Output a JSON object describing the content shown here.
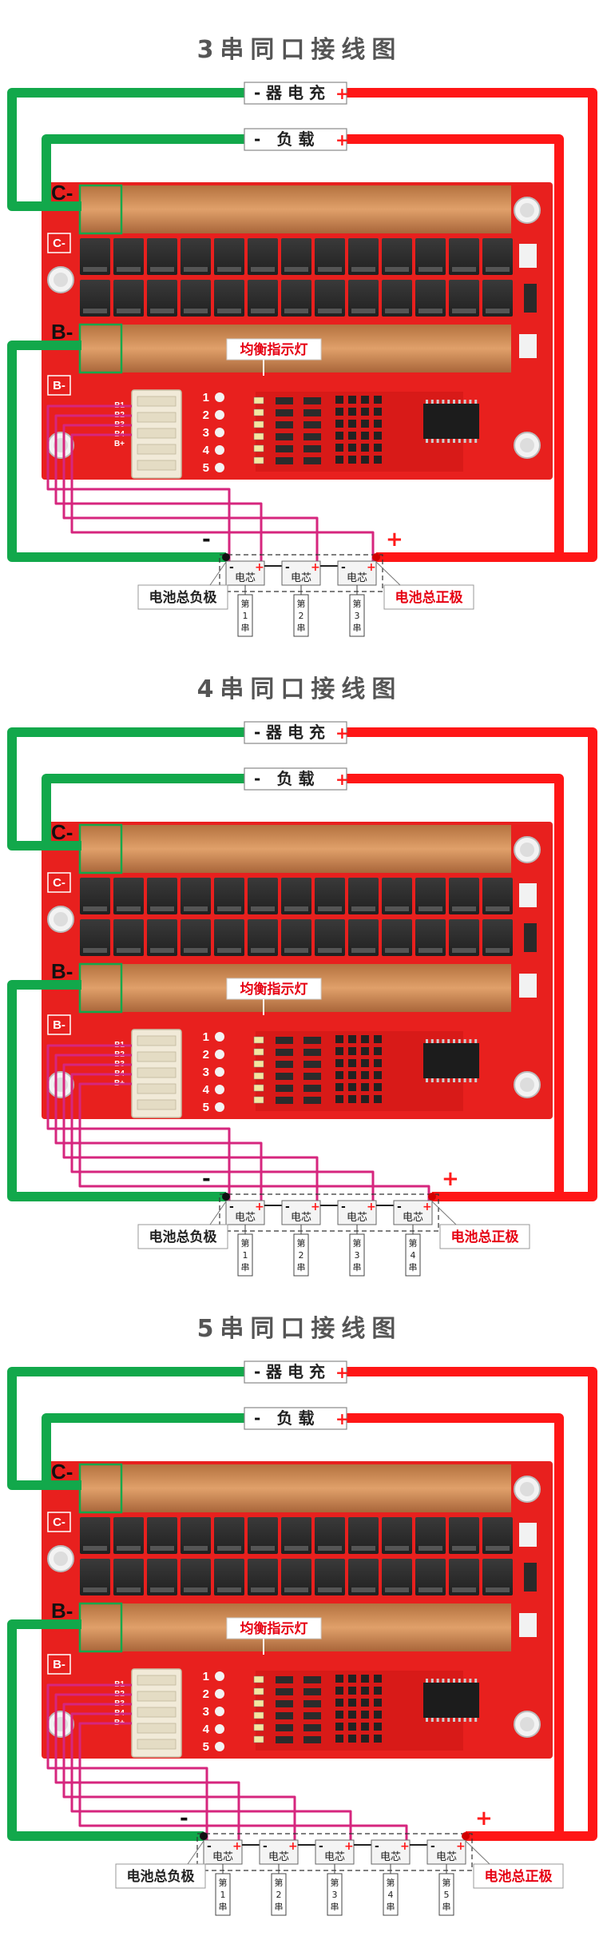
{
  "sections": [
    {
      "title": "3串同口接线图",
      "cells": 3,
      "cell_label": "电芯",
      "cell_tags": [
        "第1串",
        "第2串",
        "第3串"
      ]
    },
    {
      "title": "4串同口接线图",
      "cells": 4,
      "cell_label": "电芯",
      "cell_tags": [
        "第1串",
        "第2串",
        "第3串",
        "第4串"
      ]
    },
    {
      "title": "5串同口接线图",
      "cells": 5,
      "cell_label": "电芯",
      "cell_tags": [
        "第1串",
        "第2串",
        "第3串",
        "第4串",
        "第5串"
      ]
    }
  ],
  "labels": {
    "charger": "器 电 充",
    "load": "负   载",
    "minus": "-",
    "plus": "+",
    "port_c": "C-",
    "port_b": "B-",
    "side_c": "C-",
    "side_b": "B-",
    "balance": "均衡指示灯",
    "pins": [
      "B1",
      "B2",
      "B3",
      "B4",
      "B+"
    ],
    "pin_numbers": [
      "1",
      "2",
      "3",
      "4",
      "5"
    ],
    "battery_negative": "电池总负极",
    "battery_positive": "电池总正极"
  },
  "colors": {
    "negative_wire": "#12a84b",
    "positive_wire": "#ff1616",
    "balance_wire": "#d6267e",
    "pcb": "#e8201e",
    "copper": "#c9854f"
  }
}
